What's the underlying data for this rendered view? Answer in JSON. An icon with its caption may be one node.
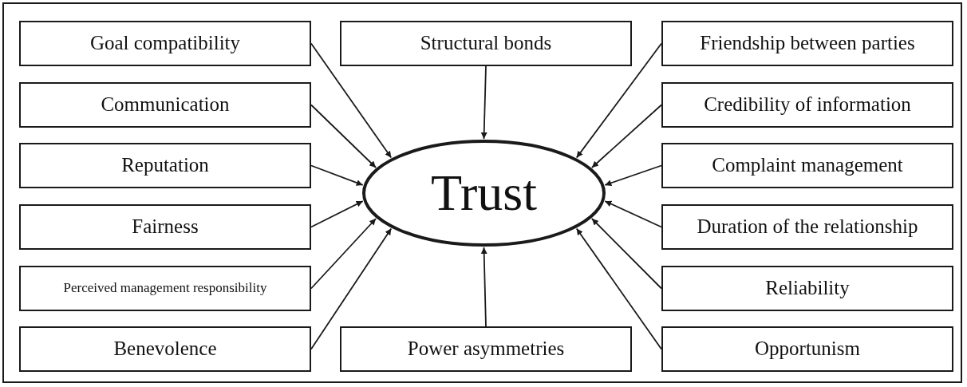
{
  "diagram": {
    "nodes": [
      {
        "text": [
          "Goal compatibility"
        ]
      },
      {
        "text": [
          "Structural bonds"
        ]
      },
      {
        "text": [
          "Friendship between parties"
        ]
      },
      {
        "text": [
          "Communication"
        ]
      },
      {
        "text": [
          "Credibility of information"
        ]
      },
      {
        "text": [
          "Reputation"
        ]
      },
      {
        "text": [
          "Trust"
        ]
      },
      {
        "text": [
          "Complaint management"
        ]
      },
      {
        "text": [
          "Fairness"
        ]
      },
      {
        "text": [
          "Duration of the relationship"
        ]
      },
      {
        "text": [
          "Perceived management responsibility"
        ]
      },
      {
        "text": [
          "Reliability"
        ]
      },
      {
        "text": [
          "Benevolence"
        ]
      },
      {
        "text": [
          "Power asymmetries"
        ]
      },
      {
        "text": [
          "Opportunism"
        ]
      }
    ],
    "edges": [
      {
        "from": 0,
        "to": 6,
        "arrow": "to"
      },
      {
        "from": 1,
        "to": 6,
        "arrow": "to"
      },
      {
        "from": 2,
        "to": 6,
        "arrow": "to"
      },
      {
        "from": 3,
        "to": 6,
        "arrow": "to"
      },
      {
        "from": 4,
        "to": 6,
        "arrow": "to"
      },
      {
        "from": 5,
        "to": 6,
        "arrow": "to"
      },
      {
        "from": 7,
        "to": 6,
        "arrow": "to"
      },
      {
        "from": 8,
        "to": 6,
        "arrow": "to"
      },
      {
        "from": 9,
        "to": 6,
        "arrow": "to"
      },
      {
        "from": 10,
        "to": 6,
        "arrow": "to"
      },
      {
        "from": 11,
        "to": 6,
        "arrow": "to"
      },
      {
        "from": 12,
        "to": 6,
        "arrow": "to"
      },
      {
        "from": 13,
        "to": 6,
        "arrow": "to"
      },
      {
        "from": 14,
        "to": 6,
        "arrow": "to"
      }
    ]
  }
}
